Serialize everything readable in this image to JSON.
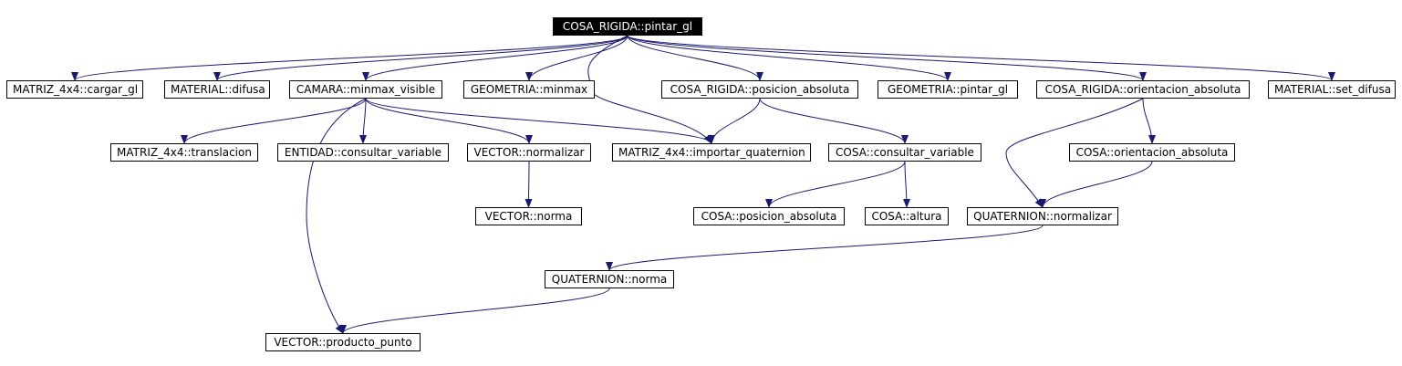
{
  "graph": {
    "root": "COSA_RIGIDA::pintar_gl",
    "nodes": {
      "root": "COSA_RIGIDA::pintar_gl",
      "matriz_cargar": "MATRIZ_4x4::cargar_gl",
      "material_difusa": "MATERIAL::difusa",
      "camara_minmax": "CAMARA::minmax_visible",
      "geometria_minmax": "GEOMETRIA::minmax",
      "cosa_rigida_posicion": "COSA_RIGIDA::posicion_absoluta",
      "geometria_pintar": "GEOMETRIA::pintar_gl",
      "cosa_rigida_orientacion": "COSA_RIGIDA::orientacion_absoluta",
      "material_set_difusa": "MATERIAL::set_difusa",
      "matriz_translacion": "MATRIZ_4x4::translacion",
      "entidad_consultar": "ENTIDAD::consultar_variable",
      "vector_normalizar": "VECTOR::normalizar",
      "matriz_importar": "MATRIZ_4x4::importar_quaternion",
      "cosa_consultar": "COSA::consultar_variable",
      "cosa_orientacion": "COSA::orientacion_absoluta",
      "vector_norma": "VECTOR::norma",
      "cosa_posicion": "COSA::posicion_absoluta",
      "cosa_altura": "COSA::altura",
      "quaternion_normalizar": "QUATERNION::normalizar",
      "quaternion_norma": "QUATERNION::norma",
      "vector_producto": "VECTOR::producto_punto"
    },
    "edges": [
      [
        "root",
        "matriz_cargar"
      ],
      [
        "root",
        "material_difusa"
      ],
      [
        "root",
        "camara_minmax"
      ],
      [
        "root",
        "geometria_minmax"
      ],
      [
        "root",
        "matriz_importar"
      ],
      [
        "root",
        "cosa_rigida_posicion"
      ],
      [
        "root",
        "geometria_pintar"
      ],
      [
        "root",
        "cosa_rigida_orientacion"
      ],
      [
        "root",
        "material_set_difusa"
      ],
      [
        "camara_minmax",
        "matriz_translacion"
      ],
      [
        "camara_minmax",
        "entidad_consultar"
      ],
      [
        "camara_minmax",
        "vector_normalizar"
      ],
      [
        "camara_minmax",
        "matriz_importar"
      ],
      [
        "camara_minmax",
        "vector_producto"
      ],
      [
        "cosa_rigida_posicion",
        "matriz_importar"
      ],
      [
        "cosa_rigida_posicion",
        "cosa_consultar"
      ],
      [
        "cosa_rigida_orientacion",
        "cosa_orientacion"
      ],
      [
        "cosa_rigida_orientacion",
        "quaternion_normalizar"
      ],
      [
        "vector_normalizar",
        "vector_norma"
      ],
      [
        "cosa_consultar",
        "cosa_posicion"
      ],
      [
        "cosa_consultar",
        "cosa_altura"
      ],
      [
        "cosa_orientacion",
        "quaternion_normalizar"
      ],
      [
        "quaternion_normalizar",
        "quaternion_norma"
      ],
      [
        "quaternion_norma",
        "vector_producto"
      ]
    ],
    "colors": {
      "edge": "#191970",
      "node_border": "#000000",
      "root_fill": "#000000",
      "root_text": "#ffffff"
    }
  }
}
